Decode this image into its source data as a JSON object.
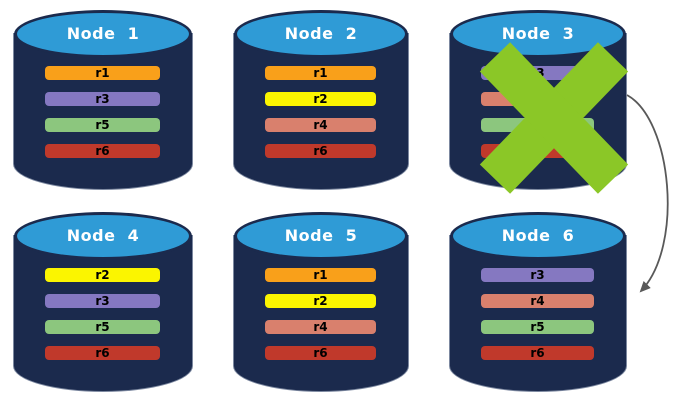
{
  "diagram": {
    "description": "Six database node cylinders with replica bars; Node 3 is crossed out and an arrow points from Node 3 to Node 6",
    "colors": {
      "cylinder_body": "#1B2A4D",
      "cylinder_top": "#2F9BD6",
      "cylinder_edge": "#7C88A0",
      "failure_x": "#8BC727",
      "arrow": "#595959",
      "node_label_text": "#FFFFFF",
      "replica_label_text": "#000000"
    },
    "nodes": [
      {
        "label": "Node  1",
        "failed": false,
        "replicas": [
          {
            "id": "r1",
            "color": "#F9A01A"
          },
          {
            "id": "r3",
            "color": "#8578C1"
          },
          {
            "id": "r5",
            "color": "#8CC67E"
          },
          {
            "id": "r6",
            "color": "#C0392B"
          }
        ]
      },
      {
        "label": "Node  2",
        "failed": false,
        "replicas": [
          {
            "id": "r1",
            "color": "#F9A01A"
          },
          {
            "id": "r2",
            "color": "#FBF500"
          },
          {
            "id": "r4",
            "color": "#D9806D"
          },
          {
            "id": "r6",
            "color": "#C0392B"
          }
        ]
      },
      {
        "label": "Node  3",
        "failed": true,
        "replicas": [
          {
            "id": "r3",
            "color": "#8578C1"
          },
          {
            "id": "r4",
            "color": "#D9806D"
          },
          {
            "id": "r5",
            "color": "#8CC67E"
          },
          {
            "id": "r6",
            "color": "#C0392B"
          }
        ]
      },
      {
        "label": "Node  4",
        "failed": false,
        "replicas": [
          {
            "id": "r2",
            "color": "#FBF500"
          },
          {
            "id": "r3",
            "color": "#8578C1"
          },
          {
            "id": "r5",
            "color": "#8CC67E"
          },
          {
            "id": "r6",
            "color": "#C0392B"
          }
        ]
      },
      {
        "label": "Node  5",
        "failed": false,
        "replicas": [
          {
            "id": "r1",
            "color": "#F9A01A"
          },
          {
            "id": "r2",
            "color": "#FBF500"
          },
          {
            "id": "r4",
            "color": "#D9806D"
          },
          {
            "id": "r6",
            "color": "#C0392B"
          }
        ]
      },
      {
        "label": "Node  6",
        "failed": false,
        "replicas": [
          {
            "id": "r3",
            "color": "#8578C1"
          },
          {
            "id": "r4",
            "color": "#D9806D"
          },
          {
            "id": "r5",
            "color": "#8CC67E"
          },
          {
            "id": "r6",
            "color": "#C0392B"
          }
        ]
      }
    ],
    "arrow": {
      "from": "Node 3",
      "to": "Node 6"
    }
  }
}
